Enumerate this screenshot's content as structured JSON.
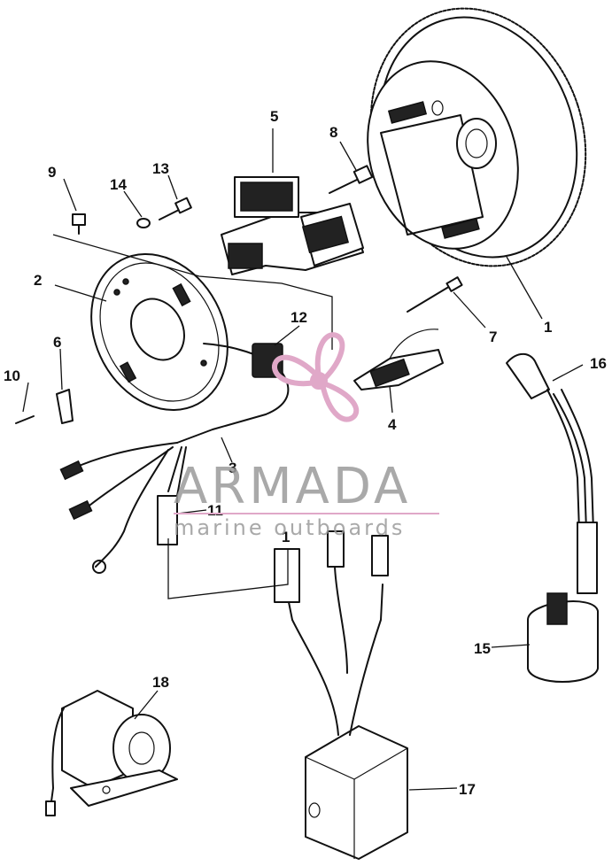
{
  "callouts": {
    "c1a": "1",
    "c1b": "1",
    "c2": "2",
    "c3": "3",
    "c4": "4",
    "c5": "5",
    "c6": "6",
    "c7": "7",
    "c8": "8",
    "c9": "9",
    "c10": "10",
    "c11": "11",
    "c12": "12",
    "c13": "13",
    "c14": "14",
    "c15": "15",
    "c16": "16",
    "c17": "17",
    "c18": "18"
  },
  "watermark": {
    "brand": "ARMADA",
    "tagline": "marine outboards",
    "accent_color": "#e0a8c8",
    "text_color": "#9a9a9a"
  }
}
